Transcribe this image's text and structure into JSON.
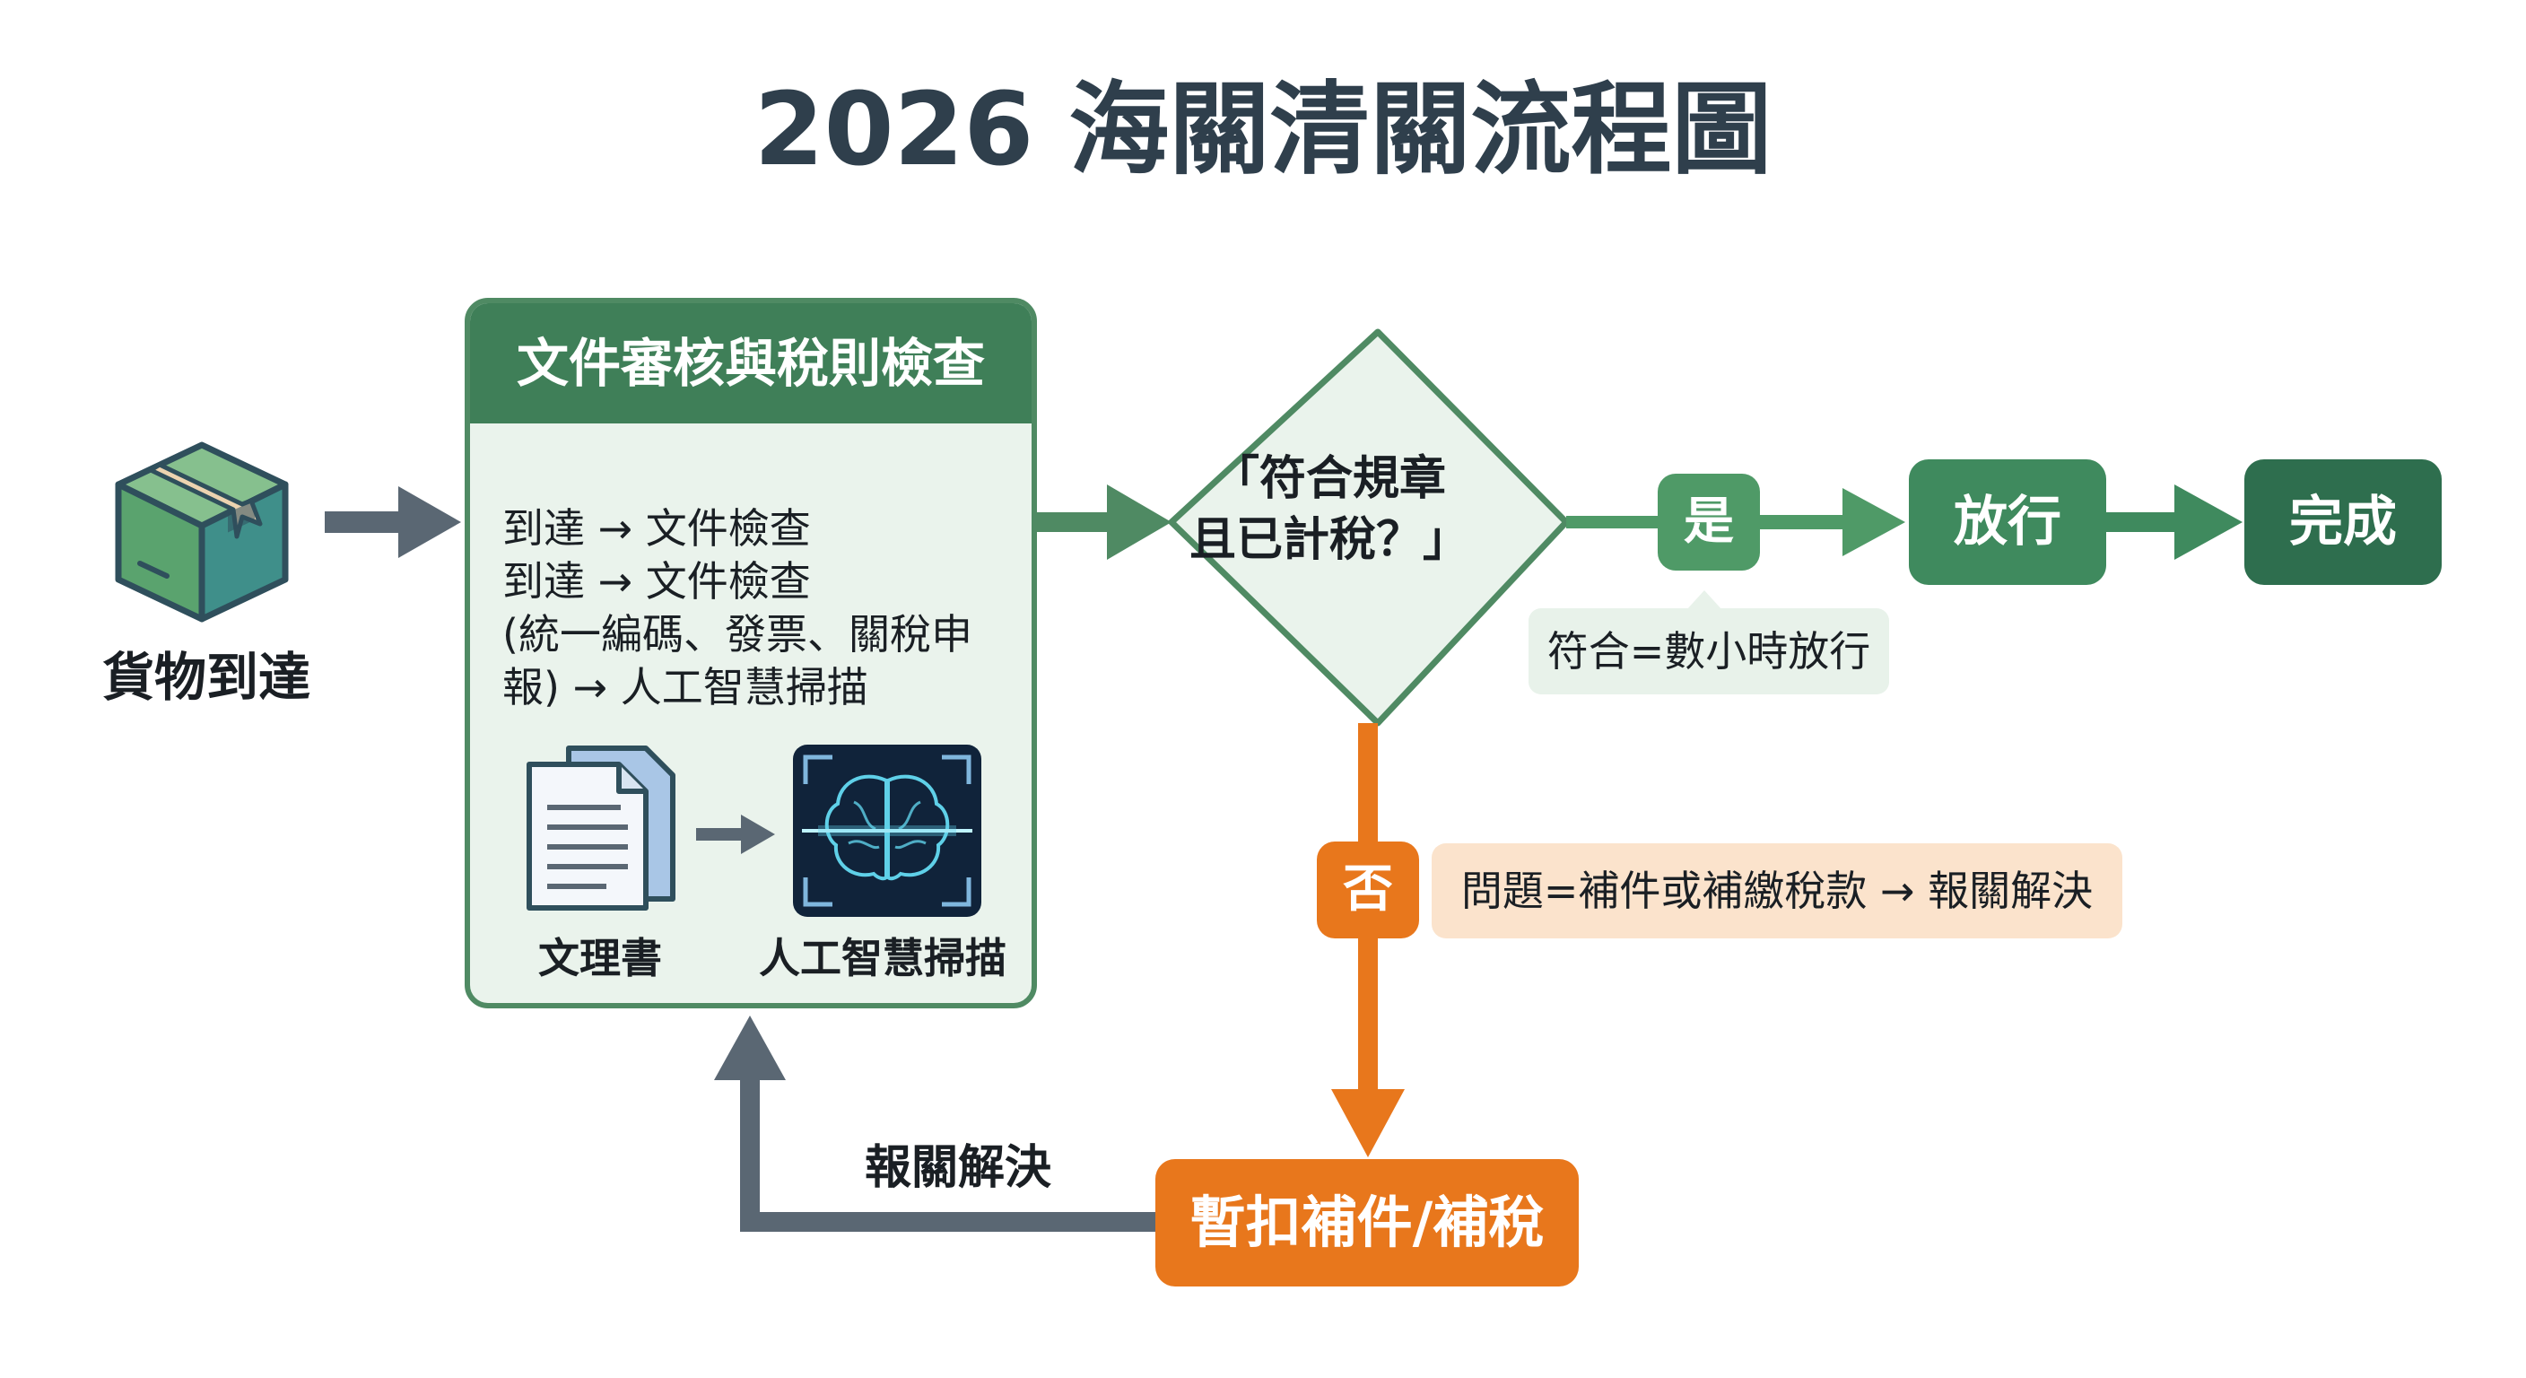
{
  "title": "2026 海關清關流程圖",
  "arrival": {
    "label": "貨物到達",
    "icon": "package-box-icon"
  },
  "review": {
    "header": "文件審核與稅則檢查",
    "lines": [
      "到達 → 文件檢查",
      "到達 → 文件檢查",
      "(統一編碼、發票、關稅申",
      "報) → 人工智慧掃描"
    ],
    "doc_caption": "文理書",
    "ai_caption": "人工智慧掃描",
    "doc_icon": "documents-icon",
    "ai_icon": "ai-brain-scan-icon"
  },
  "decision": {
    "line1": "「符合規章",
    "line2": "且已計稅？」"
  },
  "yes_branch": {
    "badge": "是",
    "note": "符合=數小時放行",
    "release": "放行",
    "done": "完成"
  },
  "no_branch": {
    "badge": "否",
    "note": "問題=補件或補繳稅款 → 報關解決",
    "hold": "暫扣補件/補稅",
    "return_label": "報關解決"
  },
  "colors": {
    "title": "#2f3f4c",
    "green": "#4f8a63",
    "green_dark": "#2e6e4e",
    "orange": "#e8771c",
    "slate_arrow": "#5a6773",
    "yes_note_bg": "#e8f2ea",
    "no_note_bg": "#fbe3cc"
  }
}
